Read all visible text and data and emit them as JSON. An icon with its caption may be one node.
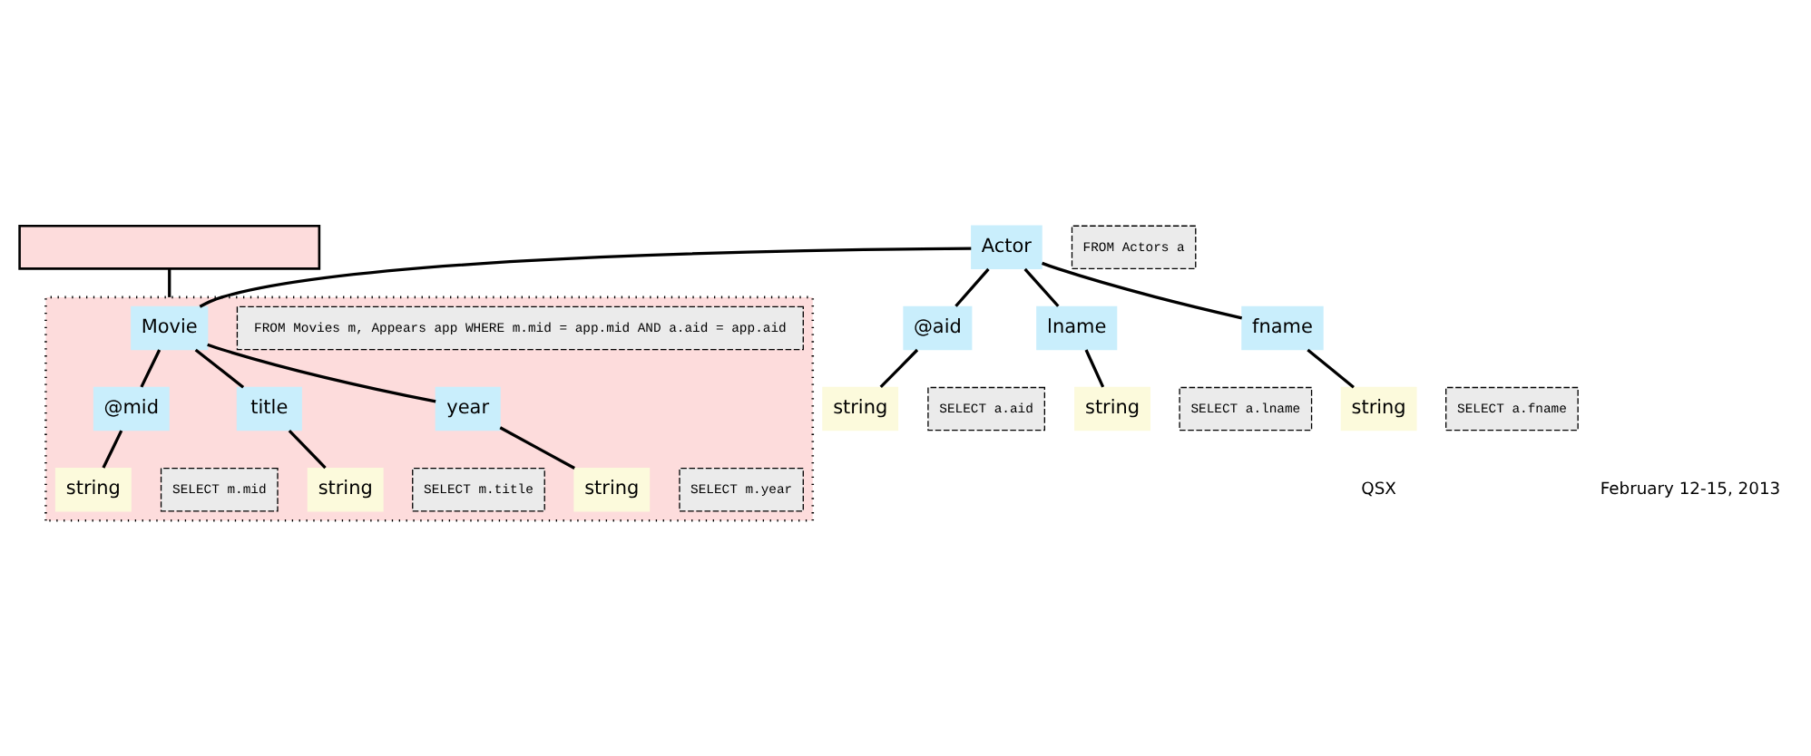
{
  "diagram": {
    "nodes": [
      {
        "text": [],
        "shape": "box"
      },
      {
        "text": [
          "Actor"
        ],
        "beside": [
          "FROM Actors a"
        ]
      },
      {
        "text": [],
        "shape": "polygon"
      },
      {
        "text": [
          "Movie"
        ],
        "in": 2,
        "beside": [
          "FROM Movies m, Appears app WHERE m.mid = app.mid AND a.aid = app.aid"
        ]
      },
      {
        "text": [
          "@aid"
        ]
      },
      {
        "text": [
          "lname"
        ]
      },
      {
        "text": [
          "fname"
        ]
      },
      {
        "text": [
          "string"
        ],
        "beside": [
          "SELECT a.aid"
        ]
      },
      {
        "text": [
          "string"
        ],
        "beside": [
          "SELECT a.lname"
        ]
      },
      {
        "text": [
          "string"
        ],
        "beside": [
          "SELECT a.fname"
        ]
      },
      {
        "text": [
          "@mid"
        ],
        "in": 2
      },
      {
        "text": [
          "title"
        ],
        "in": 2
      },
      {
        "text": [
          "year"
        ],
        "in": 2
      },
      {
        "text": [
          "string"
        ],
        "in": 2,
        "beside": [
          "SELECT m.mid"
        ]
      },
      {
        "text": [
          "string"
        ],
        "in": 2,
        "beside": [
          "SELECT m.title"
        ]
      },
      {
        "text": [
          "string"
        ],
        "in": 2,
        "beside": [
          "SELECT m.year"
        ]
      }
    ],
    "edges": [
      {
        "from": 0,
        "to": 2,
        "arrow": "none"
      },
      {
        "from": 1,
        "to": 4,
        "arrow": "none"
      },
      {
        "from": 1,
        "to": 5,
        "arrow": "none"
      },
      {
        "from": 1,
        "to": 6,
        "arrow": "none"
      },
      {
        "from": 1,
        "to": 3,
        "arrow": "none"
      },
      {
        "from": 4,
        "to": 7,
        "arrow": "none"
      },
      {
        "from": 5,
        "to": 8,
        "arrow": "none"
      },
      {
        "from": 6,
        "to": 9,
        "arrow": "none"
      },
      {
        "from": 3,
        "to": 10,
        "arrow": "none"
      },
      {
        "from": 3,
        "to": 11,
        "arrow": "none"
      },
      {
        "from": 3,
        "to": 12,
        "arrow": "none"
      },
      {
        "from": 10,
        "to": 13,
        "arrow": "none"
      },
      {
        "from": 11,
        "to": 14,
        "arrow": "none"
      },
      {
        "from": 12,
        "to": 15,
        "arrow": "none"
      }
    ],
    "labels": [
      "QSX",
      "February 12-15, 2013"
    ]
  }
}
